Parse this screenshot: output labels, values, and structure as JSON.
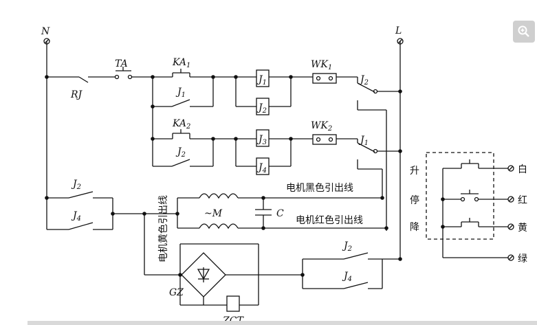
{
  "labels": {
    "N": "N",
    "L": "L",
    "TA": "TA",
    "RJ": "RJ",
    "KA": "KA",
    "KA1_sub": "1",
    "KA2_sub": "2",
    "J": "J",
    "J1_sub": "1",
    "J2_sub": "2",
    "J3_sub": "3",
    "J4_sub": "4",
    "WK": "WK",
    "WK1_sub": "1",
    "WK2_sub": "2",
    "M": "~M",
    "C": "C",
    "GZ": "GZ",
    "ZCT": "ZCT"
  },
  "leads": {
    "black": "电机黑色引出线",
    "red": "电机红色引出线",
    "yellow": "电机黄色引出线"
  },
  "controls": {
    "up": "升",
    "stop": "停",
    "down": "降"
  },
  "terminals": {
    "white": "白",
    "red": "红",
    "yellow": "黄",
    "green": "绿"
  }
}
